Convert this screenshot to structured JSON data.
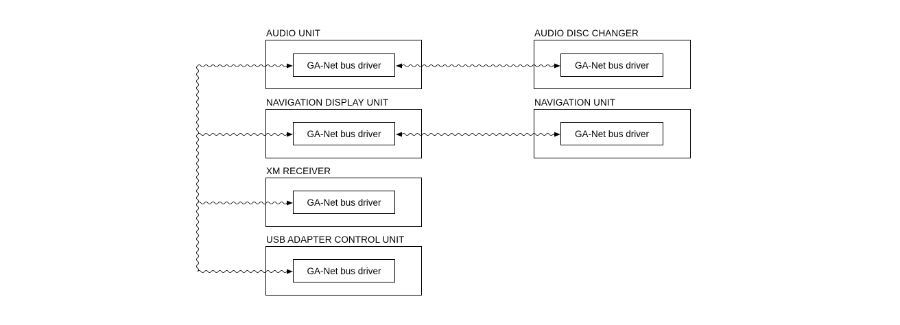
{
  "units": [
    {
      "id": "audio-unit",
      "label": "AUDIO UNIT",
      "driver": "GA-Net bus driver"
    },
    {
      "id": "audio-disc-changer",
      "label": "AUDIO DISC CHANGER",
      "driver": "GA-Net bus driver"
    },
    {
      "id": "navigation-display-unit",
      "label": "NAVIGATION DISPLAY UNIT",
      "driver": "GA-Net bus driver"
    },
    {
      "id": "navigation-unit",
      "label": "NAVIGATION UNIT",
      "driver": "GA-Net bus driver"
    },
    {
      "id": "xm-receiver",
      "label": "XM RECEIVER",
      "driver": "GA-Net bus driver"
    },
    {
      "id": "usb-adapter-control-unit",
      "label": "USB ADAPTER CONTROL UNIT",
      "driver": "GA-Net bus driver"
    }
  ]
}
